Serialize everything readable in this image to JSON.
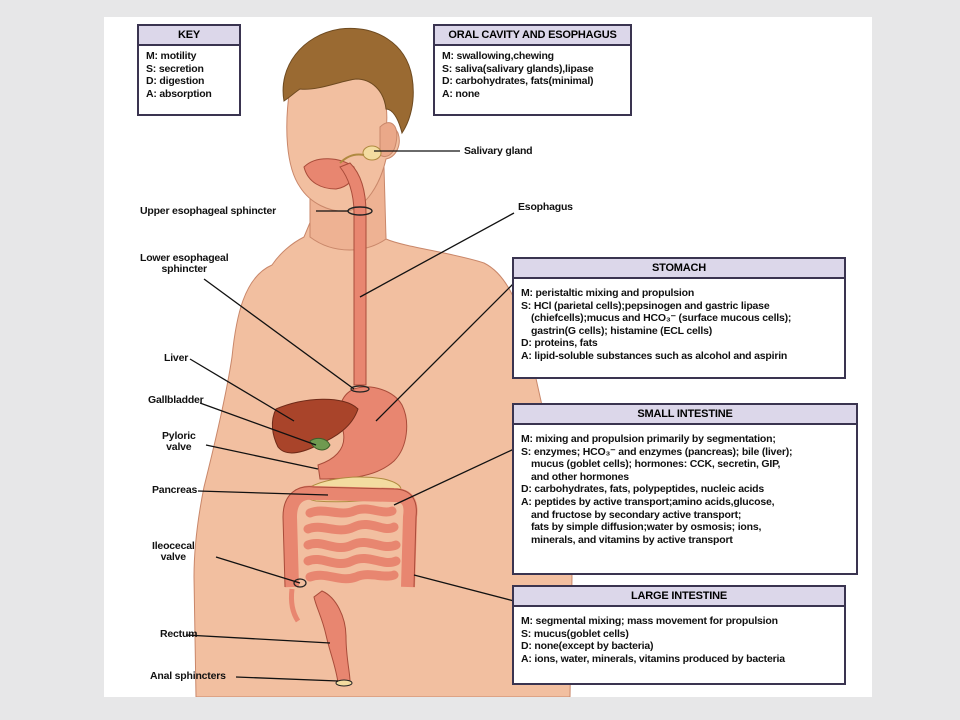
{
  "key": {
    "title": "KEY",
    "lines": [
      "M: motility",
      "S: secretion",
      "D: digestion",
      "A: absorption"
    ]
  },
  "oral": {
    "title": "ORAL CAVITY AND ESOPHAGUS",
    "lines": [
      "M: swallowing,chewing",
      "S: saliva(salivary glands),lipase",
      "D: carbohydrates, fats(minimal)",
      "A: none"
    ]
  },
  "stomach": {
    "title": "STOMACH",
    "lines": [
      "M: peristaltic mixing and propulsion",
      "S: HCl (parietal cells);pepsinogen and gastric lipase",
      "(chiefcells);mucus and HCO₃⁻ (surface mucous cells);",
      "gastrin(G cells); histamine (ECL cells)",
      "D: proteins, fats",
      "A: lipid-soluble substances such as alcohol and aspirin"
    ]
  },
  "small": {
    "title": "SMALL INTESTINE",
    "lines": [
      "M: mixing and propulsion primarily by segmentation;",
      "S:  enzymes; HCO₃⁻ and enzymes (pancreas); bile (liver);",
      "mucus (goblet cells); hormones: CCK, secretin, GIP,",
      "and other hormones",
      "D: carbohydrates, fats, polypeptides, nucleic acids",
      "A: peptides by active transport;amino acids,glucose,",
      "and fructose by secondary active transport;",
      "fats by simple diffusion;water by osmosis; ions,",
      "minerals, and vitamins by active transport"
    ]
  },
  "large": {
    "title": "LARGE INTESTINE",
    "lines": [
      "M: segmental mixing; mass movement for propulsion",
      "S: mucus(goblet cells)",
      "D: none(except by bacteria)",
      "A: ions, water, minerals, vitamins produced by bacteria"
    ]
  },
  "labels": {
    "salivary": "Salivary gland",
    "ues": "Upper esophageal sphincter",
    "esophagus": "Esophagus",
    "les": "Lower esophageal\nsphincter",
    "liver": "Liver",
    "gallbladder": "Gallbladder",
    "pyloric": "Pyloric\nvalve",
    "pancreas": "Pancreas",
    "ileocecal": "Ileocecal\nvalve",
    "rectum": "Rectum",
    "anal": "Anal sphincters"
  },
  "colors": {
    "skin": "#f2bfa0",
    "hair": "#9a6a32",
    "gut": "#e88670",
    "liver": "#a9442a",
    "pancreas": "#f3dca0",
    "box_header": "#dcd7ea",
    "box_border": "#3a3450"
  }
}
